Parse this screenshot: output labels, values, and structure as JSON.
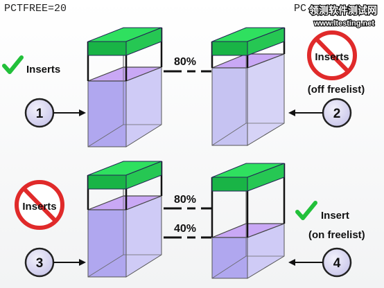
{
  "header": {
    "param_left": "PCTFREE=20",
    "param_right": "PC"
  },
  "watermark": {
    "line1": "领测软件测试网",
    "line2": "www.ltesting.net"
  },
  "thresholds": {
    "top_pct": "80%",
    "lower_pct_high": "80%",
    "lower_pct_low": "40%"
  },
  "panels": [
    {
      "number": "1",
      "label": "Inserts",
      "status": "check"
    },
    {
      "number": "2",
      "label": "Inserts",
      "sub": "(off freelist)",
      "status": "prohibited"
    },
    {
      "number": "3",
      "label": "Inserts",
      "status": "prohibited"
    },
    {
      "number": "4",
      "label": "Insert",
      "sub": "(on freelist)",
      "status": "check"
    }
  ],
  "colors": {
    "green_face": "#22dd55",
    "green_side": "#1aa545",
    "fill_purple": "#b8a8f0",
    "fill_top": "#c9a8f5",
    "check": "#22c03a",
    "prohibited": "#e02a2a",
    "circle": "#d8d6f0"
  }
}
